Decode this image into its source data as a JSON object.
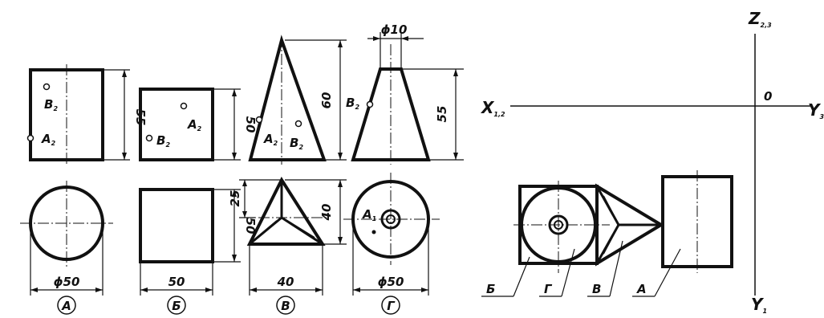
{
  "views": {
    "A": {
      "id_letter": "А",
      "front_points": [
        {
          "main": "В",
          "sub": "2"
        },
        {
          "main": "А",
          "sub": "2"
        }
      ],
      "height_dim": "55",
      "diameter_dim": "ϕ50"
    },
    "B": {
      "id_letter": "Б",
      "front_points": [
        {
          "main": "А",
          "sub": "2"
        },
        {
          "main": "В",
          "sub": "2"
        }
      ],
      "height_dim": "50",
      "side_dim_top": "50",
      "width_dim": "50"
    },
    "V": {
      "id_letter": "В",
      "front_points": [
        {
          "main": "А",
          "sub": "2"
        },
        {
          "main": "В",
          "sub": "2"
        }
      ],
      "height_dim": "60",
      "top_small_dim": "25",
      "top_dim": "40",
      "width_dim": "40"
    },
    "G": {
      "id_letter": "Г",
      "top_diameter_dim": "ϕ10",
      "front_points": [
        {
          "main": "В",
          "sub": "2"
        }
      ],
      "height_dim": "55",
      "top_point": {
        "main": "А",
        "sub": "1"
      },
      "diameter_dim": "ϕ50"
    }
  },
  "axes": {
    "x_label": {
      "main": "X",
      "sub": "1,2"
    },
    "y3_label": {
      "main": "Y",
      "sub": "3"
    },
    "z_label": {
      "main": "Z",
      "sub": "2,3"
    },
    "y1_label": {
      "main": "Y",
      "sub": "1"
    },
    "origin_label": "0"
  },
  "assembly": {
    "leaders": [
      "Б",
      "Г",
      "В",
      "А"
    ]
  }
}
